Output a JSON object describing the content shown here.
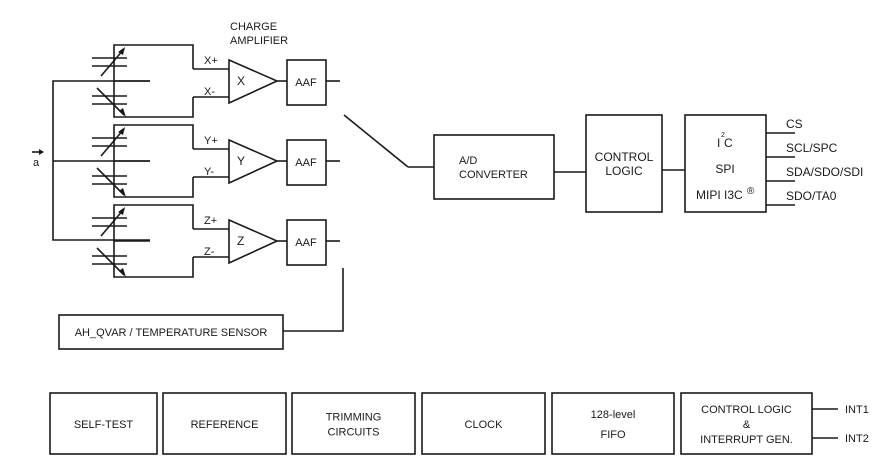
{
  "diagram": {
    "input_label": "a",
    "charge_amplifier_label": [
      "CHARGE",
      "AMPLIFIER"
    ],
    "channels": [
      {
        "axis": "X",
        "plus": "X+",
        "minus": "X-",
        "filter": "AAF"
      },
      {
        "axis": "Y",
        "plus": "Y+",
        "minus": "Y-",
        "filter": "AAF"
      },
      {
        "axis": "Z",
        "plus": "Z+",
        "minus": "Z-",
        "filter": "AAF"
      }
    ],
    "sensor_block": "AH_QVAR / TEMPERATURE SENSOR",
    "adc": [
      "A/D",
      "CONVERTER"
    ],
    "control_logic": [
      "CONTROL",
      "LOGIC"
    ],
    "interface": {
      "i2c": "I",
      "i2c_sup": "2",
      "i2c_c": "C",
      "spi": "SPI",
      "i3c": "MIPI I3C",
      "i3c_mark": "®"
    },
    "pins": [
      "CS",
      "SCL/SPC",
      "SDA/SDO/SDI",
      "SDO/TA0"
    ],
    "bottom_blocks": [
      {
        "lines": [
          "SELF-TEST"
        ]
      },
      {
        "lines": [
          "REFERENCE"
        ]
      },
      {
        "lines": [
          "TRIMMING",
          "CIRCUITS"
        ]
      },
      {
        "lines": [
          "CLOCK"
        ]
      },
      {
        "lines": [
          "128-level",
          "FIFO"
        ]
      },
      {
        "lines": [
          "CONTROL LOGIC",
          "&",
          "INTERRUPT GEN."
        ]
      }
    ],
    "interrupt_pins": [
      "INT1",
      "INT2"
    ]
  }
}
